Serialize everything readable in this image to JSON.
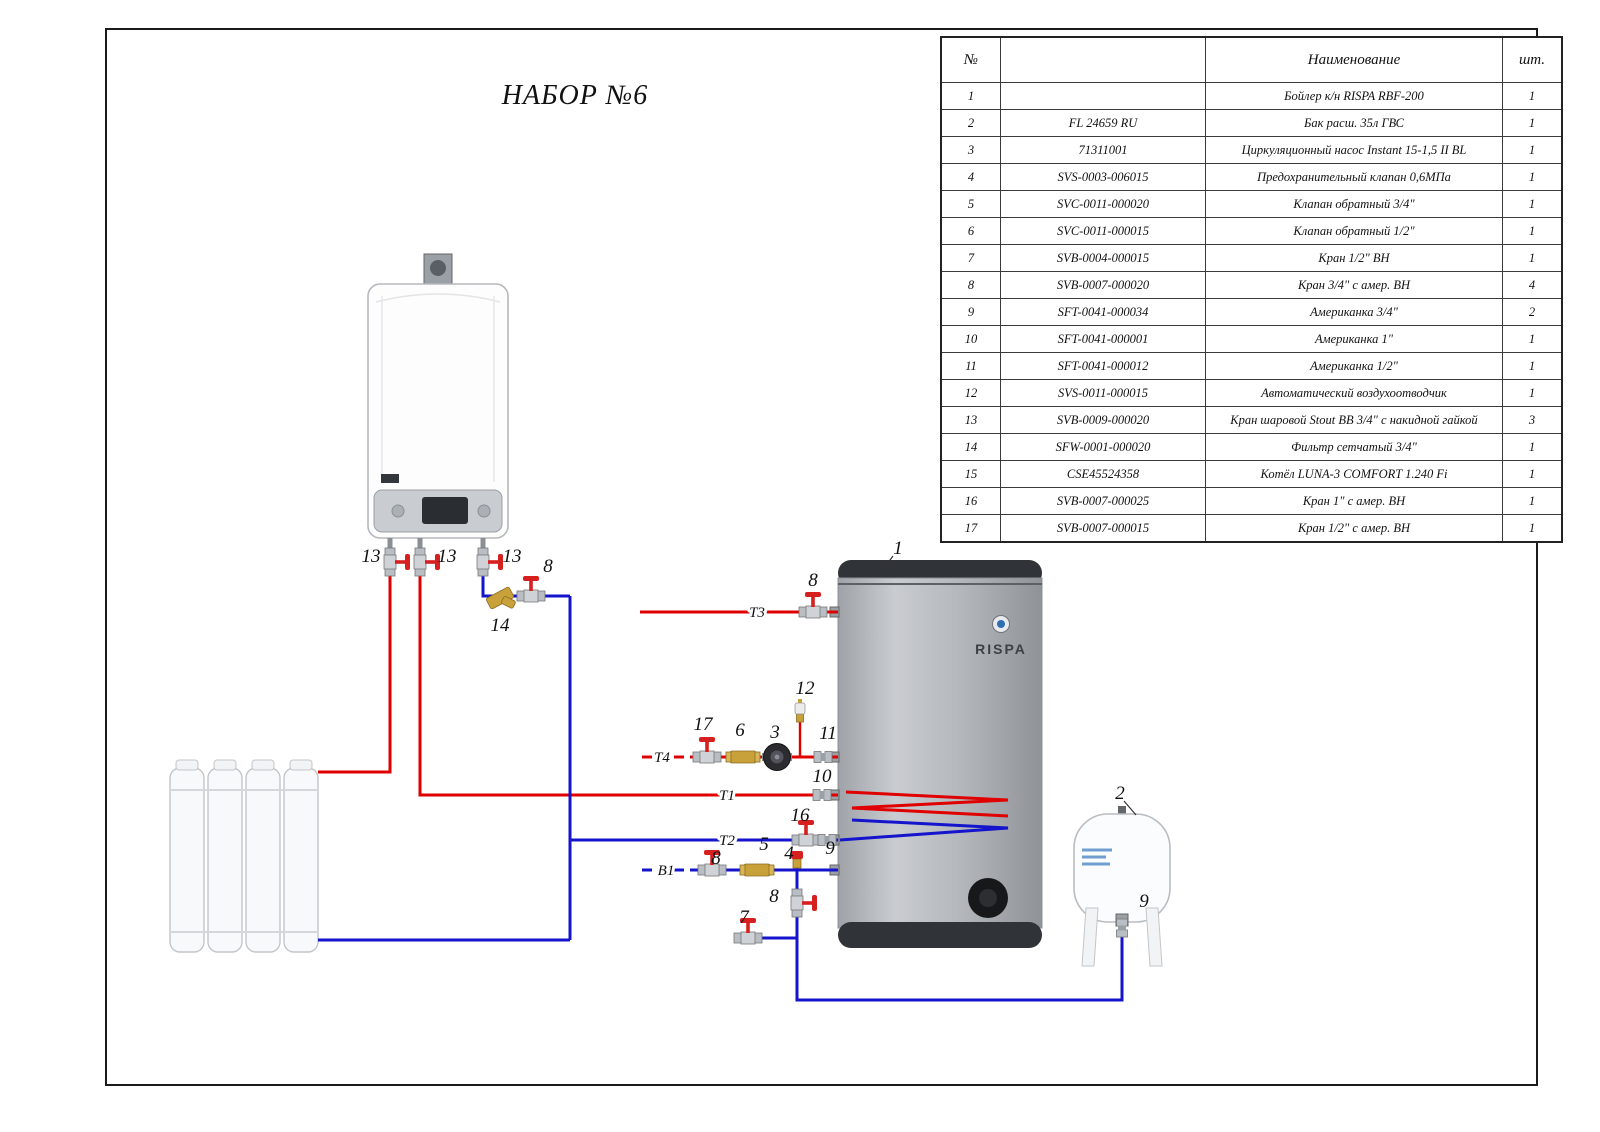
{
  "title": "НАБОР №6",
  "table": {
    "headers": {
      "num": "№",
      "code": "",
      "name": "Наименование",
      "qty": "шт."
    },
    "rows": [
      {
        "num": "1",
        "code": "",
        "name": "Бойлер к/н RISPA RBF-200",
        "qty": "1"
      },
      {
        "num": "2",
        "code": "FL 24659 RU",
        "name": "Бак расш. 35л ГВС",
        "qty": "1"
      },
      {
        "num": "3",
        "code": "71311001",
        "name": "Циркуляционный насос Instant 15-1,5 II BL",
        "qty": "1"
      },
      {
        "num": "4",
        "code": "SVS-0003-006015",
        "name": "Предохранительный клапан 0,6МПа",
        "qty": "1"
      },
      {
        "num": "5",
        "code": "SVC-0011-000020",
        "name": "Клапан обратный 3/4\"",
        "qty": "1"
      },
      {
        "num": "6",
        "code": "SVC-0011-000015",
        "name": "Клапан обратный 1/2\"",
        "qty": "1"
      },
      {
        "num": "7",
        "code": "SVB-0004-000015",
        "name": "Кран 1/2\" ВН",
        "qty": "1"
      },
      {
        "num": "8",
        "code": "SVB-0007-000020",
        "name": "Кран 3/4\" с амер. ВН",
        "qty": "4"
      },
      {
        "num": "9",
        "code": "SFT-0041-000034",
        "name": "Американка 3/4\"",
        "qty": "2"
      },
      {
        "num": "10",
        "code": "SFT-0041-000001",
        "name": "Американка 1\"",
        "qty": "1"
      },
      {
        "num": "11",
        "code": "SFT-0041-000012",
        "name": "Американка 1/2\"",
        "qty": "1"
      },
      {
        "num": "12",
        "code": "SVS-0011-000015",
        "name": "Автоматический воздухоотводчик",
        "qty": "1"
      },
      {
        "num": "13",
        "code": "SVB-0009-000020",
        "name": "Кран шаровой Stout ВВ 3/4\" с накидной гайкой",
        "qty": "3"
      },
      {
        "num": "14",
        "code": "SFW-0001-000020",
        "name": "Фильтр сетчатый 3/4\"",
        "qty": "1"
      },
      {
        "num": "15",
        "code": "CSE45524358",
        "name": "Котёл LUNA-3 COMFORT 1.240 Fi",
        "qty": "1"
      },
      {
        "num": "16",
        "code": "SVB-0007-000025",
        "name": "Кран 1\" с амер. ВН",
        "qty": "1"
      },
      {
        "num": "17",
        "code": "SVB-0007-000015",
        "name": "Кран 1/2\" с амер. ВН",
        "qty": "1"
      }
    ]
  },
  "diagram": {
    "tank_brand": "RISPA",
    "ports": {
      "t1": "T1",
      "t2": "T2",
      "t3": "T3",
      "t4": "T4",
      "b1": "B1"
    },
    "callouts": {
      "c1": "1",
      "c2": "2",
      "c3": "3",
      "c4": "4",
      "c5": "5",
      "c6": "6",
      "c7": "7",
      "c8": "8",
      "c9": "9",
      "c10": "10",
      "c11": "11",
      "c12": "12",
      "c13": "13",
      "c14": "14",
      "c16": "16",
      "c17": "17"
    },
    "colors": {
      "hot": "#e00000",
      "cold": "#1414cc"
    }
  }
}
